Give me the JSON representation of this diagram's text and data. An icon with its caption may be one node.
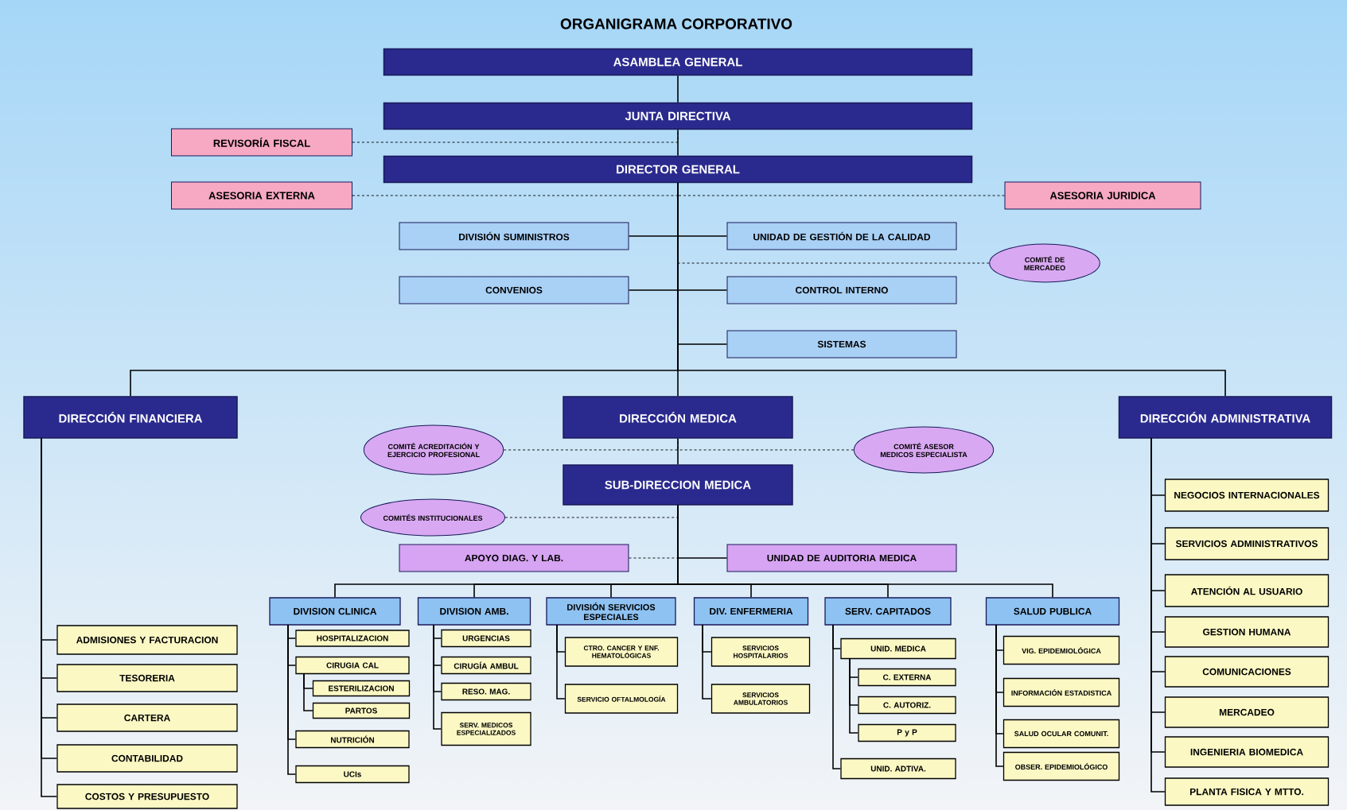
{
  "diagram": {
    "title": "ORGANIGRAMA CORPORATIVO",
    "nodes": [
      {
        "text": [
          "ASAMBLEA GENERAL"
        ]
      },
      {
        "text": [
          "JUNTA DIRECTIVA"
        ]
      },
      {
        "text": [
          "REVISORÍA FISCAL"
        ]
      },
      {
        "text": [
          "DIRECTOR GENERAL"
        ]
      },
      {
        "text": [
          "ASESORIA EXTERNA"
        ]
      },
      {
        "text": [
          "ASESORIA JURIDICA"
        ]
      },
      {
        "text": [
          "DIVISIÓN SUMINISTROS"
        ]
      },
      {
        "text": [
          "UNIDAD DE GESTIÓN DE LA CALIDAD"
        ]
      },
      {
        "text": [
          "COMITÉ DE MERCADEO"
        ]
      },
      {
        "text": [
          "CONVENIOS"
        ]
      },
      {
        "text": [
          "CONTROL INTERNO"
        ]
      },
      {
        "text": [
          "SISTEMAS"
        ]
      },
      {
        "text": [
          "DIRECCIÓN FINANCIERA"
        ]
      },
      {
        "text": [
          "DIRECCIÓN MEDICA"
        ]
      },
      {
        "text": [
          "DIRECCIÓN ADMINISTRATIVA"
        ]
      },
      {
        "text": [
          "COMITÉ ACREDITACIÓN Y EJERCICIO PROFESIONAL"
        ]
      },
      {
        "text": [
          "COMITÉ ASESOR MEDICOS ESPECIALISTA"
        ]
      },
      {
        "text": [
          "SUB-DIRECCION MEDICA"
        ]
      },
      {
        "text": [
          "COMITÉS INSTITUCIONALES"
        ]
      },
      {
        "text": [
          "APOYO DIAG. Y LAB."
        ]
      },
      {
        "text": [
          "UNIDAD DE AUDITORIA MEDICA"
        ]
      },
      {
        "text": [
          "DIVISION CLINICA"
        ]
      },
      {
        "text": [
          "DIVISION AMB."
        ]
      },
      {
        "text": [
          "DIVISIÓN SERVICIOS ESPECIALES"
        ]
      },
      {
        "text": [
          "DIV. ENFERMERIA"
        ]
      },
      {
        "text": [
          "SERV. CAPITADOS"
        ]
      },
      {
        "text": [
          "SALUD PUBLICA"
        ]
      },
      {
        "text": [
          "HOSPITALIZACION"
        ]
      },
      {
        "text": [
          "CIRUGIA CAL"
        ]
      },
      {
        "text": [
          "ESTERILIZACION"
        ]
      },
      {
        "text": [
          "PARTOS"
        ]
      },
      {
        "text": [
          "NUTRICIÓN"
        ]
      },
      {
        "text": [
          "UCIs"
        ]
      },
      {
        "text": [
          "URGENCIAS"
        ]
      },
      {
        "text": [
          "CIRUGÍA AMBUL"
        ]
      },
      {
        "text": [
          "RESO. MAG."
        ]
      },
      {
        "text": [
          "SERV. MEDICOS ESPECIALIZADOS"
        ]
      },
      {
        "text": [
          "CTRO. CANCER Y ENF. HEMATOLÓGICAS"
        ]
      },
      {
        "text": [
          "SERVICIO OFTALMOLOGÍA"
        ]
      },
      {
        "text": [
          "SERVICIOS HOSPITALARIOS"
        ]
      },
      {
        "text": [
          "SERVICIOS AMBULATORIOS"
        ]
      },
      {
        "text": [
          "UNID. MEDICA"
        ]
      },
      {
        "text": [
          "C. EXTERNA"
        ]
      },
      {
        "text": [
          "C. AUTORIZ."
        ]
      },
      {
        "text": [
          "P y P"
        ]
      },
      {
        "text": [
          "UNID. ADTIVA."
        ]
      },
      {
        "text": [
          "VIG. EPIDEMIOLÓGICA"
        ]
      },
      {
        "text": [
          "INFORMACIÓN ESTADISTICA"
        ]
      },
      {
        "text": [
          "SALUD OCULAR COMUNIT."
        ]
      },
      {
        "text": [
          "OBSER. EPIDEMIOLÓGICO"
        ]
      },
      {
        "text": [
          "ADMISIONES Y FACTURACION"
        ]
      },
      {
        "text": [
          "TESORERIA"
        ]
      },
      {
        "text": [
          "CARTERA"
        ]
      },
      {
        "text": [
          "CONTABILIDAD"
        ]
      },
      {
        "text": [
          "COSTOS Y PRESUPUESTO"
        ]
      },
      {
        "text": [
          "NEGOCIOS INTERNACIONALES"
        ]
      },
      {
        "text": [
          "SERVICIOS ADMINISTRATIVOS"
        ]
      },
      {
        "text": [
          "ATENCIÓN AL USUARIO"
        ]
      },
      {
        "text": [
          "GESTION HUMANA"
        ]
      },
      {
        "text": [
          "COMUNICACIONES"
        ]
      },
      {
        "text": [
          "MERCADEO"
        ]
      },
      {
        "text": [
          "INGENIERIA BIOMEDICA"
        ]
      },
      {
        "text": [
          "PLANTA FISICA Y MTTO."
        ]
      }
    ],
    "edges": [
      {
        "from": 0,
        "to": 1,
        "arrow": "none"
      },
      {
        "from": 1,
        "to": 3,
        "arrow": "none"
      },
      {
        "from": 2,
        "to": 1,
        "arrow": "none",
        "style": "dashed"
      },
      {
        "from": 4,
        "to": 3,
        "arrow": "none",
        "style": "dashed"
      },
      {
        "from": 5,
        "to": 3,
        "arrow": "none",
        "style": "dashed"
      },
      {
        "from": 3,
        "to": 6,
        "arrow": "none"
      },
      {
        "from": 3,
        "to": 7,
        "arrow": "none"
      },
      {
        "from": 8,
        "to": 3,
        "arrow": "none",
        "style": "dashed"
      },
      {
        "from": 3,
        "to": 9,
        "arrow": "none"
      },
      {
        "from": 3,
        "to": 10,
        "arrow": "none"
      },
      {
        "from": 3,
        "to": 11,
        "arrow": "none"
      },
      {
        "from": 3,
        "to": 12,
        "arrow": "none"
      },
      {
        "from": 3,
        "to": 13,
        "arrow": "none"
      },
      {
        "from": 3,
        "to": 14,
        "arrow": "none"
      },
      {
        "from": 15,
        "to": 13,
        "arrow": "none",
        "style": "dashed"
      },
      {
        "from": 16,
        "to": 13,
        "arrow": "none",
        "style": "dashed"
      },
      {
        "from": 13,
        "to": 17,
        "arrow": "none"
      },
      {
        "from": 18,
        "to": 17,
        "arrow": "none",
        "style": "dashed"
      },
      {
        "from": 19,
        "to": 17,
        "arrow": "none",
        "style": "dashed"
      },
      {
        "from": 17,
        "to": 20,
        "arrow": "none"
      },
      {
        "from": 17,
        "to": 21,
        "arrow": "none"
      },
      {
        "from": 17,
        "to": 22,
        "arrow": "none"
      },
      {
        "from": 17,
        "to": 23,
        "arrow": "none"
      },
      {
        "from": 17,
        "to": 24,
        "arrow": "none"
      },
      {
        "from": 17,
        "to": 25,
        "arrow": "none"
      },
      {
        "from": 17,
        "to": 26,
        "arrow": "none"
      },
      {
        "from": 21,
        "to": 27,
        "arrow": "none"
      },
      {
        "from": 21,
        "to": 28,
        "arrow": "none"
      },
      {
        "from": 28,
        "to": 29,
        "arrow": "none"
      },
      {
        "from": 28,
        "to": 30,
        "arrow": "none"
      },
      {
        "from": 21,
        "to": 31,
        "arrow": "none"
      },
      {
        "from": 21,
        "to": 32,
        "arrow": "none"
      },
      {
        "from": 22,
        "to": 33,
        "arrow": "none"
      },
      {
        "from": 22,
        "to": 34,
        "arrow": "none"
      },
      {
        "from": 22,
        "to": 35,
        "arrow": "none"
      },
      {
        "from": 22,
        "to": 36,
        "arrow": "none"
      },
      {
        "from": 23,
        "to": 37,
        "arrow": "none"
      },
      {
        "from": 23,
        "to": 38,
        "arrow": "none"
      },
      {
        "from": 24,
        "to": 39,
        "arrow": "none"
      },
      {
        "from": 24,
        "to": 40,
        "arrow": "none"
      },
      {
        "from": 25,
        "to": 41,
        "arrow": "none"
      },
      {
        "from": 41,
        "to": 42,
        "arrow": "none"
      },
      {
        "from": 41,
        "to": 43,
        "arrow": "none"
      },
      {
        "from": 41,
        "to": 44,
        "arrow": "none"
      },
      {
        "from": 25,
        "to": 45,
        "arrow": "none"
      },
      {
        "from": 26,
        "to": 46,
        "arrow": "none"
      },
      {
        "from": 26,
        "to": 47,
        "arrow": "none"
      },
      {
        "from": 26,
        "to": 48,
        "arrow": "none"
      },
      {
        "from": 26,
        "to": 49,
        "arrow": "none"
      },
      {
        "from": 12,
        "to": 50,
        "arrow": "none"
      },
      {
        "from": 12,
        "to": 51,
        "arrow": "none"
      },
      {
        "from": 12,
        "to": 52,
        "arrow": "none"
      },
      {
        "from": 12,
        "to": 53,
        "arrow": "none"
      },
      {
        "from": 12,
        "to": 54,
        "arrow": "none"
      },
      {
        "from": 14,
        "to": 55,
        "arrow": "none"
      },
      {
        "from": 14,
        "to": 56,
        "arrow": "none"
      },
      {
        "from": 14,
        "to": 57,
        "arrow": "none"
      },
      {
        "from": 14,
        "to": 58,
        "arrow": "none"
      },
      {
        "from": 14,
        "to": 59,
        "arrow": "none"
      },
      {
        "from": 14,
        "to": 60,
        "arrow": "none"
      },
      {
        "from": 14,
        "to": 61,
        "arrow": "none"
      },
      {
        "from": 14,
        "to": 62,
        "arrow": "none"
      }
    ]
  }
}
